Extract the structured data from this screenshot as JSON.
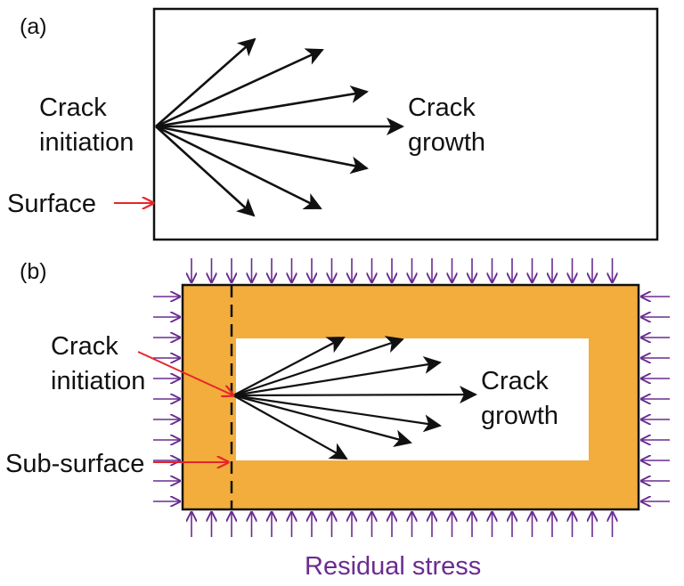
{
  "panel_a": {
    "label": "(a)",
    "crack_initiation": [
      "Crack",
      "initiation"
    ],
    "crack_growth": [
      "Crack",
      "growth"
    ],
    "surface": "Surface"
  },
  "panel_b": {
    "label": "(b)",
    "crack_initiation": [
      "Crack",
      "initiation"
    ],
    "crack_growth": [
      "Crack",
      "growth"
    ],
    "sub_surface": "Sub-surface",
    "residual_stress": "Residual stress"
  },
  "colors": {
    "outline": "#111111",
    "arrow": "#111111",
    "pointer": "#e8242b",
    "layer": "#f2ad3d",
    "stress": "#6a2c91"
  }
}
